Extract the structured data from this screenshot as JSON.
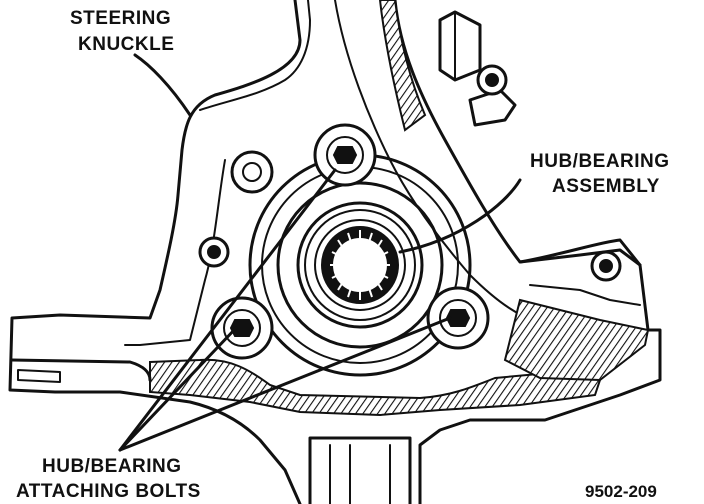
{
  "labels": {
    "steering_knuckle_line1": "STEERING",
    "steering_knuckle_line2": "KNUCKLE",
    "hub_bearing_assembly_line1": "HUB/BEARING",
    "hub_bearing_assembly_line2": "ASSEMBLY",
    "attaching_bolts_line1": "HUB/BEARING",
    "attaching_bolts_line2": "ATTACHING BOLTS"
  },
  "figure_number": "9502-209"
}
